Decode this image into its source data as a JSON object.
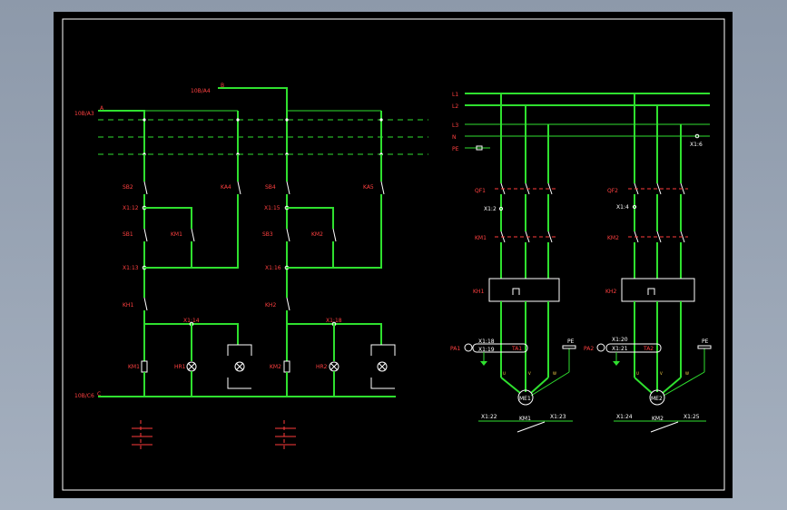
{
  "control": {
    "ref_a3": "10B/A3",
    "ref_a3_letter": "A",
    "ref_a4": "10B/A4",
    "ref_a4_letter": "B",
    "ref_c6": "10B/C6",
    "ref_c6_letter": "C",
    "sb2": "SB2",
    "ka4": "KA4",
    "sb4": "SB4",
    "ka5": "KA5",
    "x1_12": "X1:12",
    "x1_15": "X1:15",
    "sb1": "SB1",
    "km1_aux": "KM1",
    "sb3": "SB3",
    "km2_aux": "KM2",
    "x1_13": "X1:13",
    "x1_16": "X1:16",
    "kh1": "KH1",
    "kh2": "KH2",
    "x1_14": "X1:14",
    "x1_18": "X1:18",
    "km1_coil": "KM1",
    "hr1": "HR1",
    "km2_coil": "KM2",
    "hr2": "HR2"
  },
  "power": {
    "l1": "L1",
    "l2": "L2",
    "l3": "L3",
    "n": "N",
    "pe": "PE",
    "x1_6": "X1:6",
    "qf1": "QF1",
    "qf2": "QF2",
    "x1_2": "X1:2",
    "x1_4": "X1:4",
    "km1": "KM1",
    "km2": "KM2",
    "kh1": "KH1",
    "kh2": "KH2",
    "x1_19a": "X1:18",
    "x1_19b": "X1:19",
    "x1_20": "X1:20",
    "x1_21": "X1:21",
    "pa1": "PA1",
    "pa2": "PA2",
    "ta1": "TA1",
    "ta2": "TA2",
    "pe_a": "PE",
    "pe_b": "PE",
    "u1": "U",
    "v1": "V",
    "w1": "W",
    "u2": "U",
    "v2": "V",
    "w2": "W",
    "me1": "ME1",
    "me2": "ME2",
    "x1_22": "X1:22",
    "x1_23": "X1:23",
    "x1_24": "X1:24",
    "x1_25": "X1:25",
    "km1_label": "KM1",
    "km2_label": "KM2"
  }
}
